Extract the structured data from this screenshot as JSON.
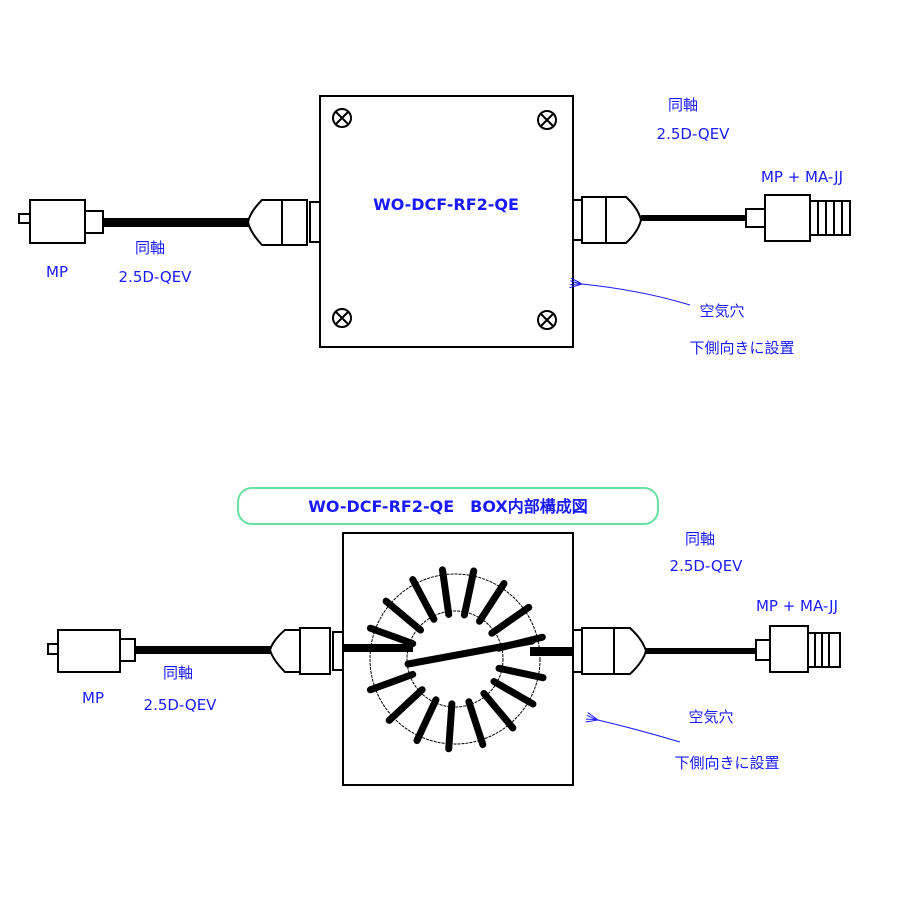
{
  "top": {
    "box_label": "WO-DCF-RF2-QE",
    "left_plug": "MP",
    "left_cable_jp": "同軸",
    "left_cable_type": "2.5D-QEV",
    "right_cable_jp": "同軸",
    "right_cable_type": "2.5D-QEV",
    "right_connector": "MP + MA-JJ",
    "vent_label": "空気穴",
    "vent_note": "下側向きに設置"
  },
  "bottom": {
    "title": "WO-DCF-RF2-QE　BOX内部構成図",
    "left_plug": "MP",
    "left_cable_jp": "同軸",
    "left_cable_type": "2.5D-QEV",
    "right_cable_jp": "同軸",
    "right_cable_type": "2.5D-QEV",
    "right_connector": "MP + MA-JJ",
    "vent_label": "空気穴",
    "vent_note": "下側向きに設置"
  },
  "colors": {
    "label": "#1a1aff",
    "title_border": "#66e0a0"
  }
}
